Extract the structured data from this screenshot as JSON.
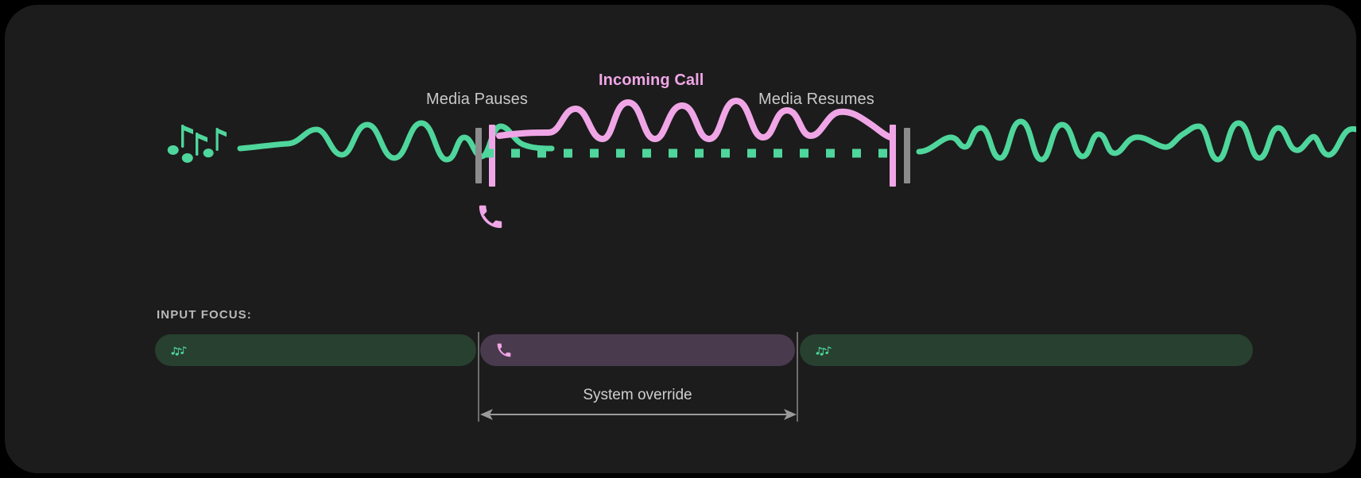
{
  "theme": {
    "background": "#000000",
    "panel": "#1c1c1c",
    "media_green": "#4fd69c",
    "call_pink": "#f0a6e6",
    "label_gray": "#c9c9c9",
    "divider_gray": "#8c8c8c",
    "media_bar_fill": "#27402f",
    "call_bar_fill": "#4a3a4d"
  },
  "timeline": {
    "labels": {
      "media_pauses": "Media Pauses",
      "incoming_call": "Incoming Call",
      "media_resumes": "Media Resumes"
    },
    "icons": {
      "leading": "music-notes-icon",
      "interrupt": "phone-icon"
    },
    "segments": [
      {
        "name": "media-playing-before",
        "state": "playing",
        "source": "media",
        "color": "#4fd69c"
      },
      {
        "name": "call-active",
        "state": "override",
        "source": "call",
        "color": "#f0a6e6"
      },
      {
        "name": "media-playing-after",
        "state": "playing",
        "source": "media",
        "color": "#4fd69c"
      }
    ],
    "markers": [
      {
        "name": "pause-marker",
        "gray_bar": true,
        "pink_bar": true
      },
      {
        "name": "resume-marker",
        "gray_bar": true,
        "pink_bar": true
      }
    ],
    "muted_track_style": "dashed-squares"
  },
  "focus": {
    "heading": "INPUT FOCUS:",
    "bars": [
      {
        "name": "focus-media-before",
        "icon": "music-notes-icon",
        "owner": "media",
        "fill": "#27402f"
      },
      {
        "name": "focus-call",
        "icon": "phone-icon",
        "owner": "call",
        "fill": "#4a3a4d"
      },
      {
        "name": "focus-media-after",
        "icon": "music-notes-icon",
        "owner": "media",
        "fill": "#27402f"
      }
    ],
    "measure": {
      "label": "System override",
      "arrow": "double-headed-arrow"
    }
  }
}
